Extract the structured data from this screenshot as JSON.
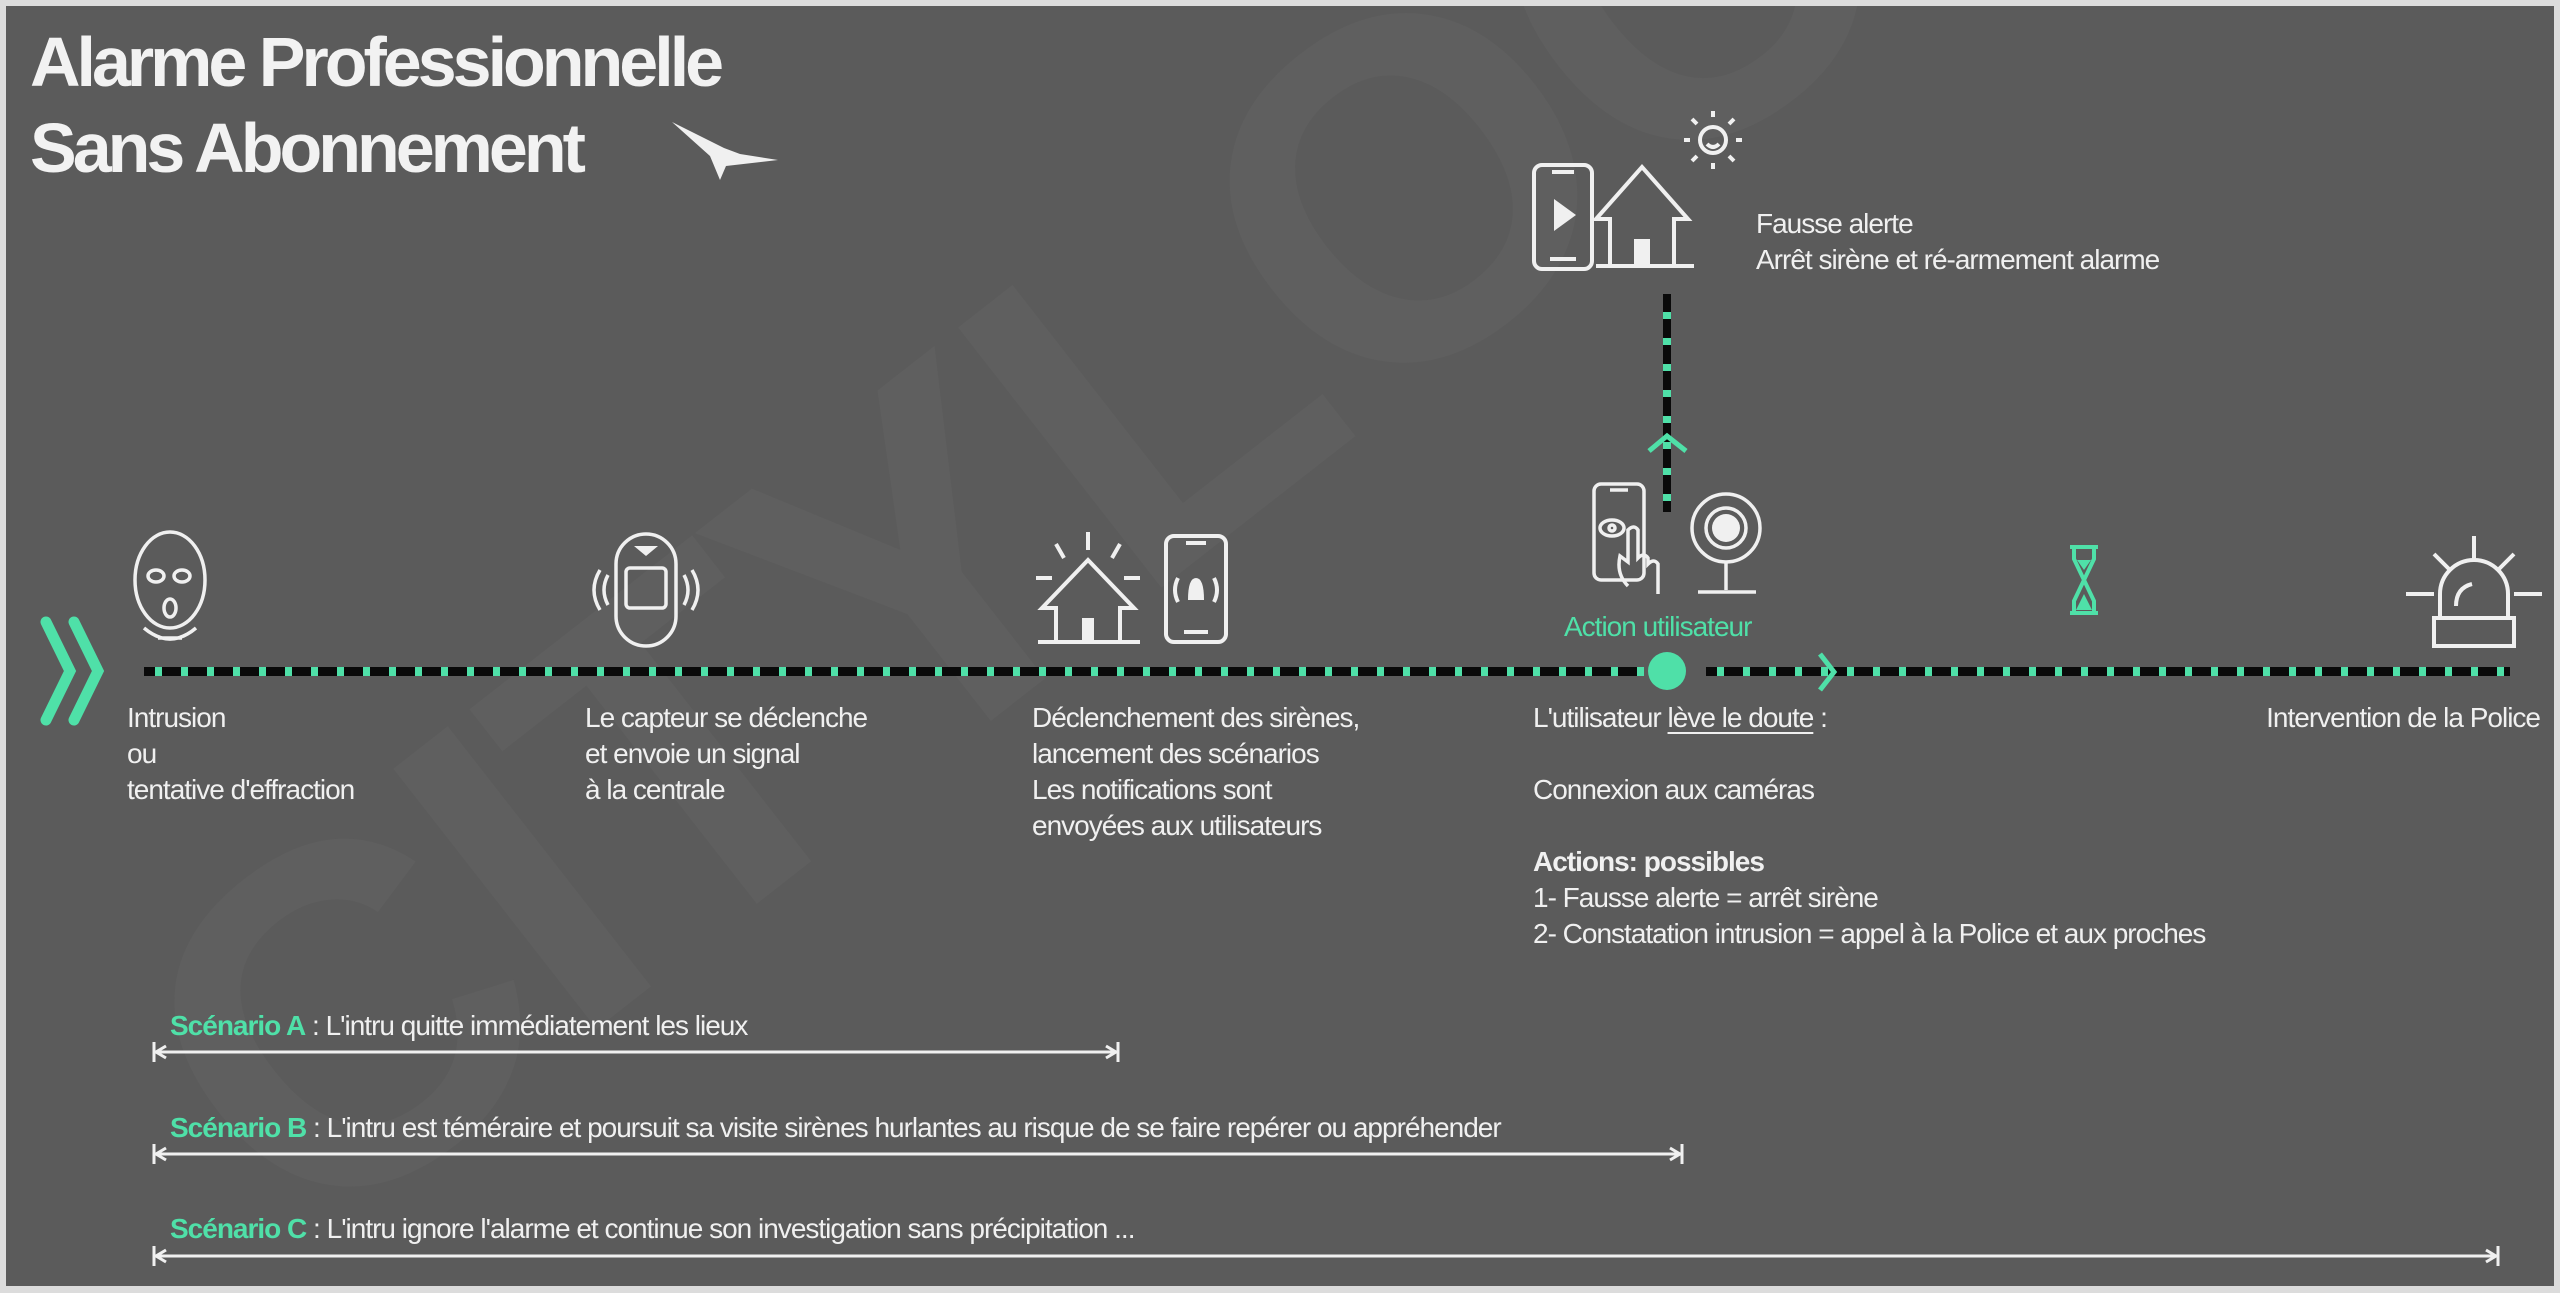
{
  "title": {
    "line1": "Alarme Professionnelle",
    "line2": "Sans Abonnement"
  },
  "watermark": "CITYLOCK",
  "colors": {
    "background": "#5b5b5b",
    "accent": "#4fe0a8",
    "text": "#f0f0f0",
    "line": "#0a0a0a"
  },
  "false_alarm": {
    "line1": "Fausse alerte",
    "line2": "Arrêt sirène et ré-armement alarme"
  },
  "action_label": "Action utilisateur",
  "steps": [
    {
      "lines": [
        "Intrusion",
        "ou",
        "tentative d'effraction"
      ]
    },
    {
      "lines": [
        "Le capteur se déclenche",
        "et envoie un signal",
        "à la centrale"
      ]
    },
    {
      "lines": [
        "Déclenchement des sirènes,",
        "lancement des scénarios",
        "Les notifications sont",
        "envoyées aux utilisateurs"
      ]
    },
    {
      "prefix": "L'utilisateur ",
      "underlined": "lève le doute",
      "suffix": " :",
      "line2": "Connexion aux caméras",
      "actions_title": "Actions: possibles",
      "actions": [
        "1- Fausse alerte = arrêt sirène",
        "2- Constatation intrusion = appel à la Police et aux proches"
      ]
    },
    {
      "lines": [
        "Intervention de la Police"
      ]
    }
  ],
  "scenarios": [
    {
      "name": "Scénario A",
      "text": " : L'intru quitte immédiatement les lieux"
    },
    {
      "name": "Scénario B",
      "text": " : L'intru est téméraire et poursuit sa visite sirènes hurlantes au risque de se faire repérer ou appréhender"
    },
    {
      "name": "Scénario C",
      "text": " : L'intru ignore l'alarme  et continue son investigation sans précipitation ..."
    }
  ]
}
